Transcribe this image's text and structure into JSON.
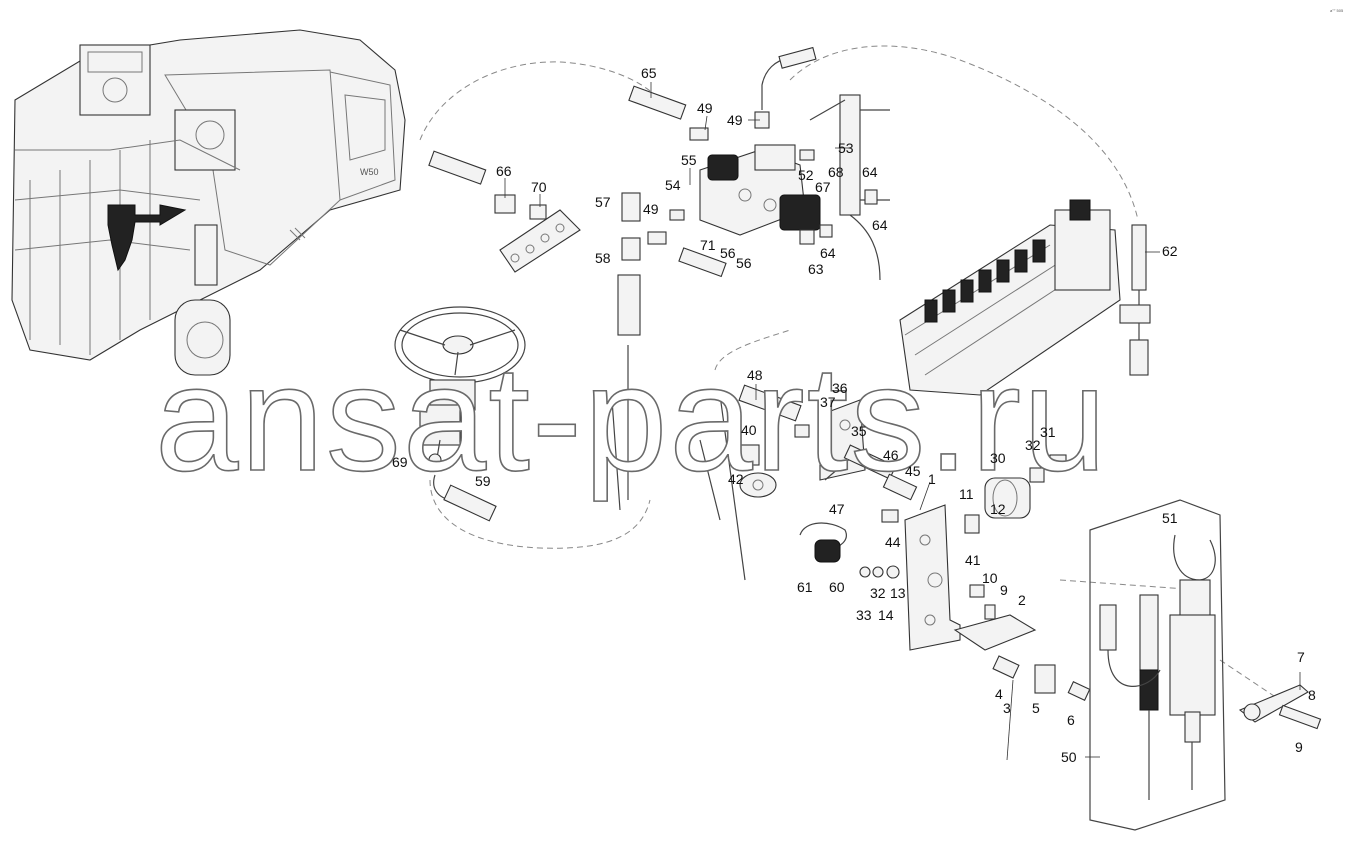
{
  "watermark": "ansat-parts.ru",
  "corner_code": "a°° 505",
  "callouts": [
    "65",
    "49",
    "49",
    "53",
    "66",
    "70",
    "55",
    "52",
    "68",
    "64",
    "57",
    "54",
    "67",
    "49",
    "64",
    "71",
    "56",
    "56",
    "63",
    "64",
    "58",
    "62",
    "48",
    "36",
    "37",
    "35",
    "40",
    "46",
    "45",
    "42",
    "47",
    "30",
    "32",
    "31",
    "69",
    "59",
    "1",
    "11",
    "12",
    "44",
    "61",
    "60",
    "41",
    "10",
    "9",
    "2",
    "33",
    "32",
    "13",
    "14",
    "51",
    "7",
    "8",
    "9",
    "4",
    "3",
    "5",
    "6",
    "50"
  ]
}
